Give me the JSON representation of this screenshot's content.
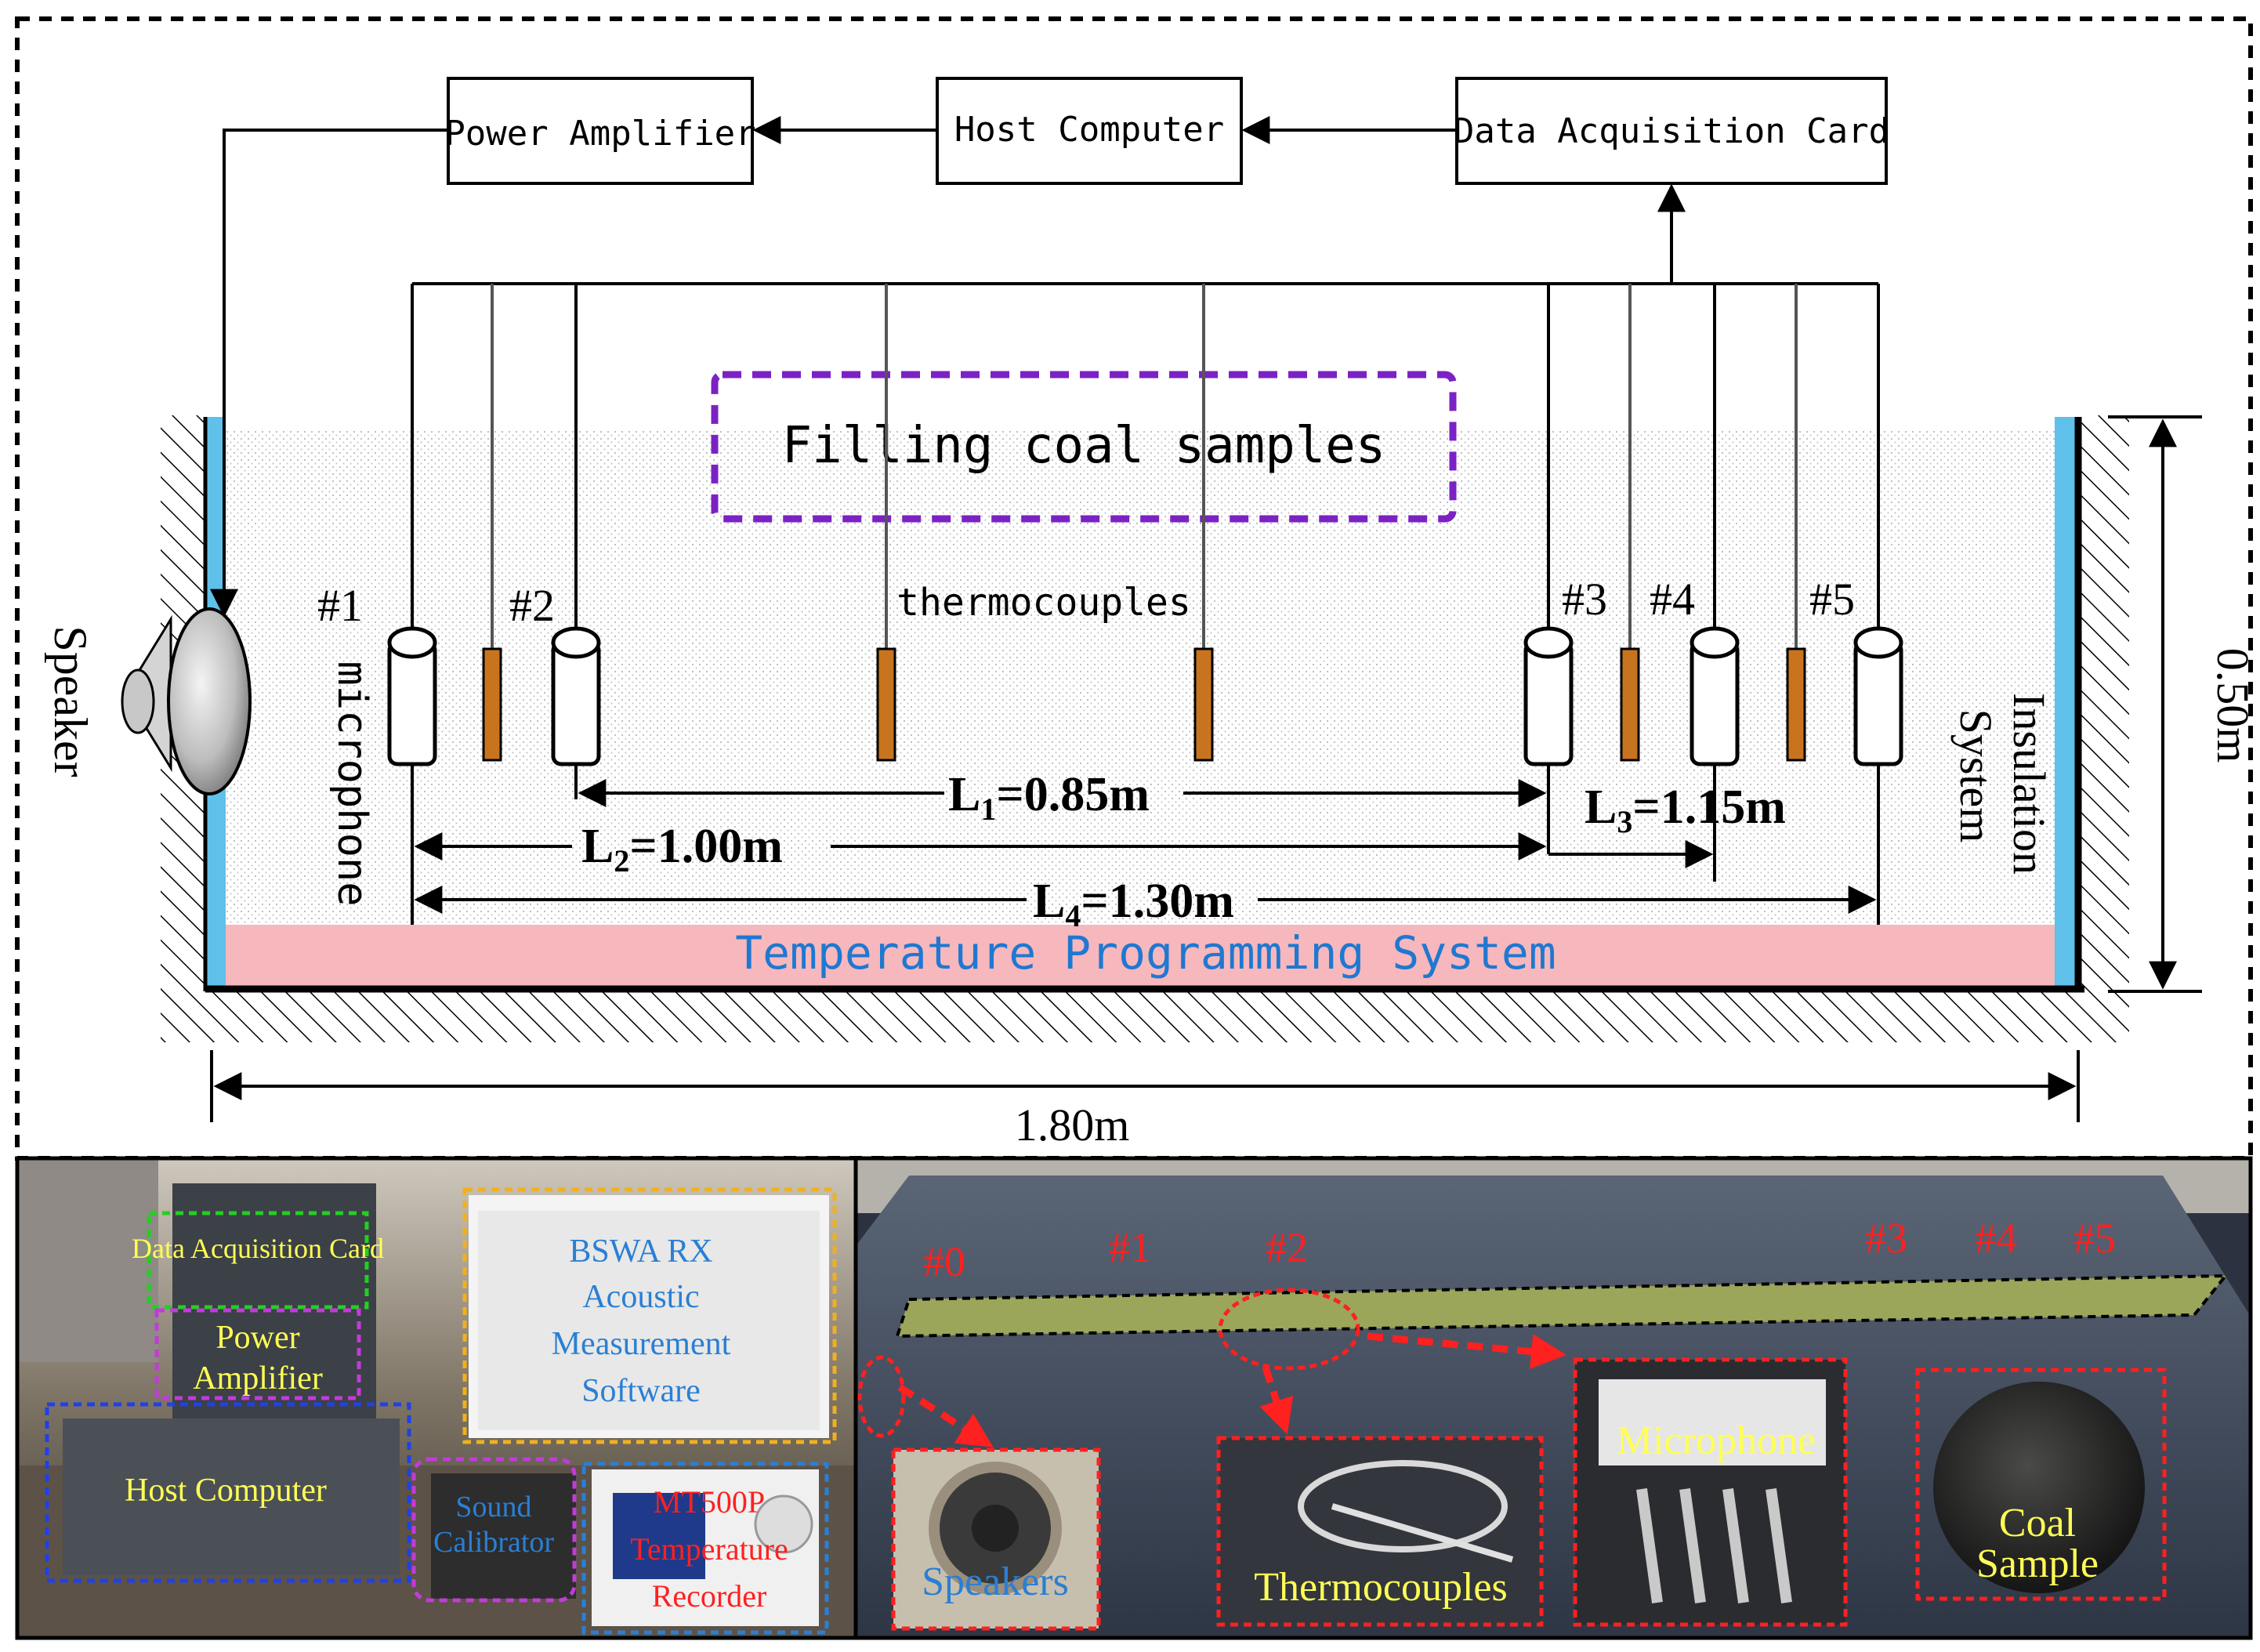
{
  "schematic": {
    "blocks": {
      "power_amplifier": "Power Amplifier",
      "host_computer": "Host Computer",
      "daq_card": "Data Acquisition Card"
    },
    "filling_label": "Filling coal samples",
    "thermocouples_label": "thermocouples",
    "speaker_label": "Speaker",
    "microphone_label": "microphone",
    "insulation_label_1": "Insulation",
    "insulation_label_2": "System",
    "temp_system_label": "Temperature Programming System",
    "mic_labels": [
      "#1",
      "#2",
      "#3",
      "#4",
      "#5"
    ],
    "dimensions": {
      "l1_sym": "L",
      "l1_sub": "1",
      "l1_val": "=0.85m",
      "l2_sym": "L",
      "l2_sub": "2",
      "l2_val": "=1.00m",
      "l3_sym": "L",
      "l3_sub": "3",
      "l3_val": "=1.15m",
      "l4_sym": "L",
      "l4_sub": "4",
      "l4_val": "=1.30m",
      "width": "1.80m",
      "height": "0.50m"
    }
  },
  "photo_left": {
    "daq_label": "Data Acquisition Card",
    "power_label_1": "Power",
    "power_label_2": "Amplifier",
    "host_label": "Host Computer",
    "software_lines": [
      "BSWA RX",
      "Acoustic",
      "Measurement",
      "Software"
    ],
    "calibrator_lines": [
      "Sound",
      "Calibrator"
    ],
    "recorder_lines": [
      "MT500P",
      "Temperature",
      "Recorder"
    ]
  },
  "photo_right": {
    "positions": [
      "#0",
      "#1",
      "#2",
      "#3",
      "#4",
      "#5"
    ],
    "speakers_label": "Speakers",
    "thermocouples_label": "Thermocouples",
    "microphone_label": "Microphone",
    "coal_lines": [
      "Coal",
      "Sample"
    ]
  },
  "colors": {
    "filling_box": "#7b22c4",
    "temp_band": "#f6b7bd",
    "temp_text": "#1f78d1",
    "wall": "#5fc0ea",
    "thermocouple": "#c8741f",
    "photo_callout_red": "#ff2020",
    "photo_label_yellow": "#ffff55"
  }
}
